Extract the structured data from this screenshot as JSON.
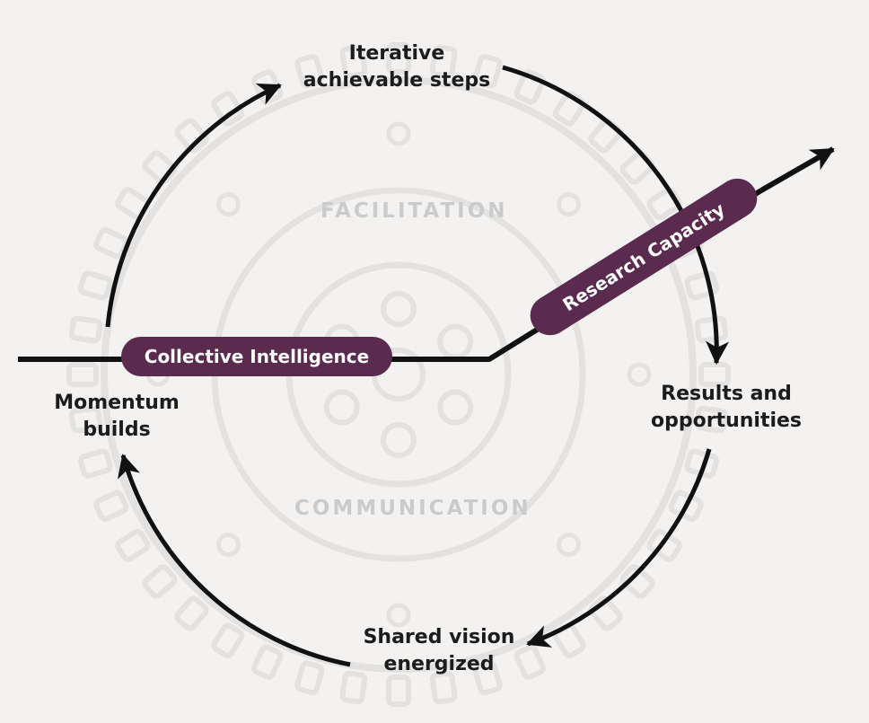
{
  "colors": {
    "background": "#f3f2f1",
    "ink": "#111111",
    "accent": "#5b2a4f",
    "watermark_stroke": "#e3e2e0",
    "watermark_text": "#cbcbcb"
  },
  "watermark": {
    "top_word": "FACILITATION",
    "bottom_word": "COMMUNICATION",
    "icon": "gear-icon"
  },
  "cycle_labels": {
    "top": [
      "Iterative",
      "achievable steps"
    ],
    "right": [
      "Results and",
      "opportunities"
    ],
    "bottom": [
      "Shared vision",
      "energized"
    ],
    "left": [
      "Momentum",
      "builds"
    ]
  },
  "pills": {
    "collective": "Collective Intelligence",
    "research": "Research Capacity"
  }
}
